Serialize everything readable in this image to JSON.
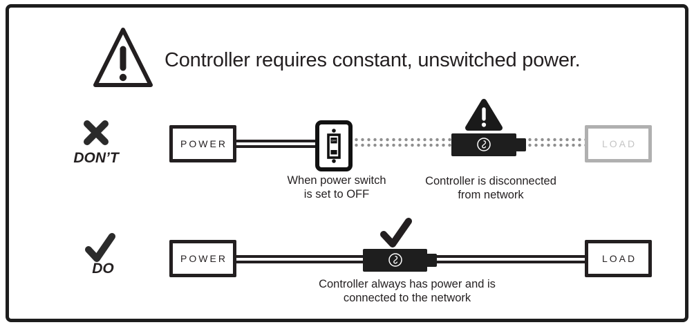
{
  "header": {
    "title": "Controller requires constant, unswitched power.",
    "warning_icon": "warning-triangle"
  },
  "dont": {
    "label": "DON’T",
    "mark_icon": "cross",
    "power_label": "POWER",
    "switch_label": "OFF",
    "load_label": "LOAD",
    "warning_icon": "warning-triangle-filled",
    "caption_switch": {
      "line1": "When power switch",
      "line2": "is set to OFF"
    },
    "caption_controller": {
      "line1": "Controller is disconnected",
      "line2": "from network"
    }
  },
  "do": {
    "label": "DO",
    "mark_icon": "check",
    "power_label": "POWER",
    "load_label": "LOAD",
    "caption": {
      "line1": "Controller always has power and is",
      "line2": "connected to the network"
    }
  },
  "icons": {
    "warning": "⚠",
    "cross": "✖",
    "check": "✔"
  },
  "colors": {
    "ink": "#231f20",
    "controller_fill": "#1e1e1e",
    "dotted_wire_gray": "#8f8f8f",
    "load_disabled_border": "#b0b0b0",
    "load_disabled_text": "#c4c4c4"
  }
}
